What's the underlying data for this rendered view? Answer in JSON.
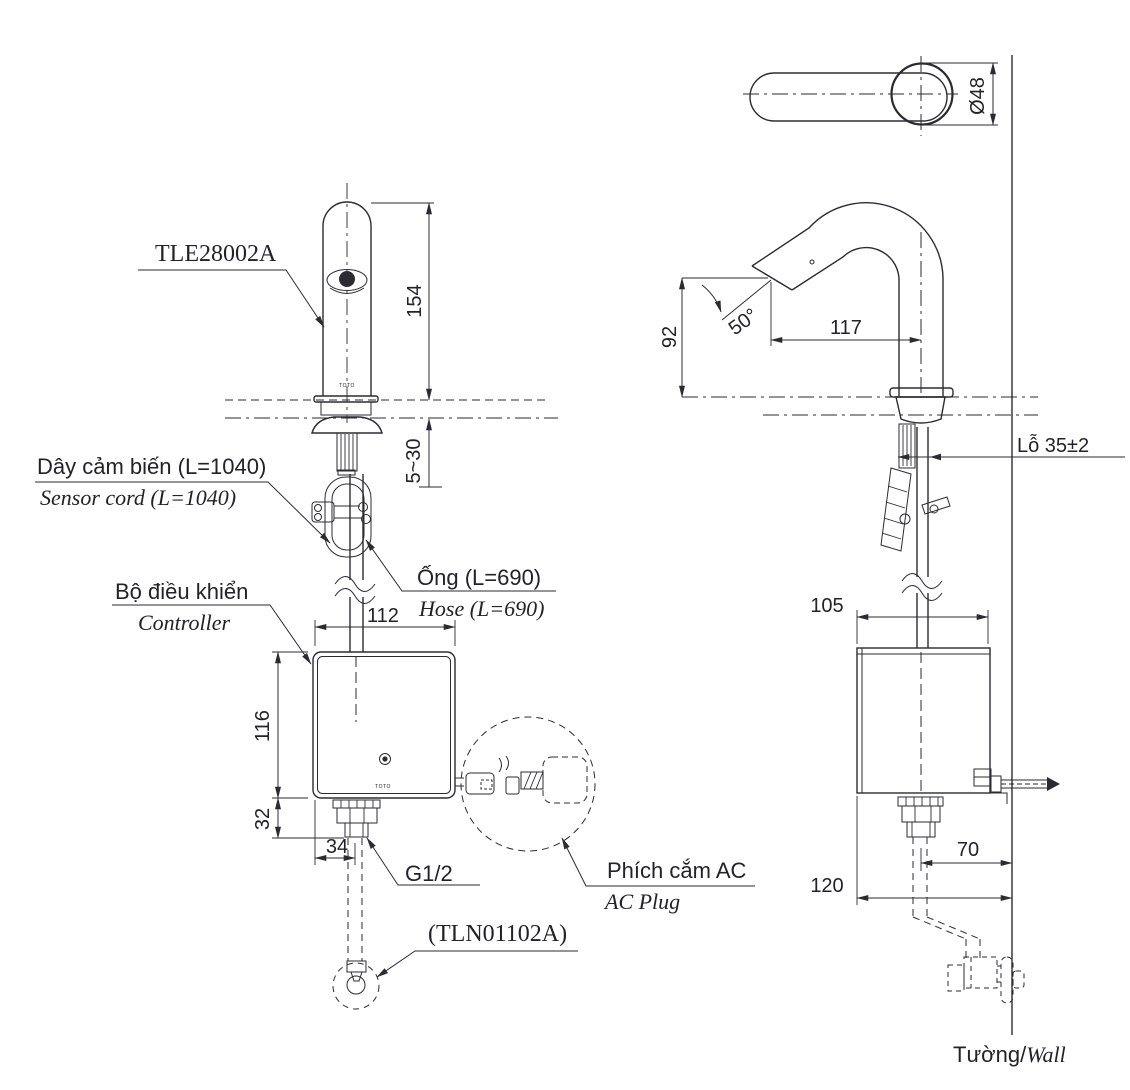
{
  "title_part": "TLE28002A",
  "labels": {
    "sensor_cord_vi": "Dây cảm biến (L=1040)",
    "sensor_cord_en": "Sensor cord (L=1040)",
    "hose_vi": "Ống (L=690)",
    "hose_en": "Hose (L=690)",
    "controller_vi": "Bộ điều khiển",
    "controller_en": "Controller",
    "thread": "G1/2",
    "angle_stop": "(TLN01102A)",
    "ac_plug_vi": "Phích cắm AC",
    "ac_plug_en": "AC Plug",
    "wall_vi": "Tường/",
    "wall_en": "Wall",
    "brand": "TOTO"
  },
  "dimensions": {
    "spout_height": "154",
    "deck_thickness": "5~30",
    "controller_width": "112",
    "controller_height": "116",
    "shank_length": "32",
    "drain_offset": "34",
    "spout_diameter": "Ø48",
    "spout_angle": "50°",
    "spout_reach": "117",
    "outlet_height": "92",
    "hole_diameter": "Lỗ 35±2",
    "controller_depth": "105",
    "supply_offset": "70",
    "controller_wall_offset": "120"
  }
}
